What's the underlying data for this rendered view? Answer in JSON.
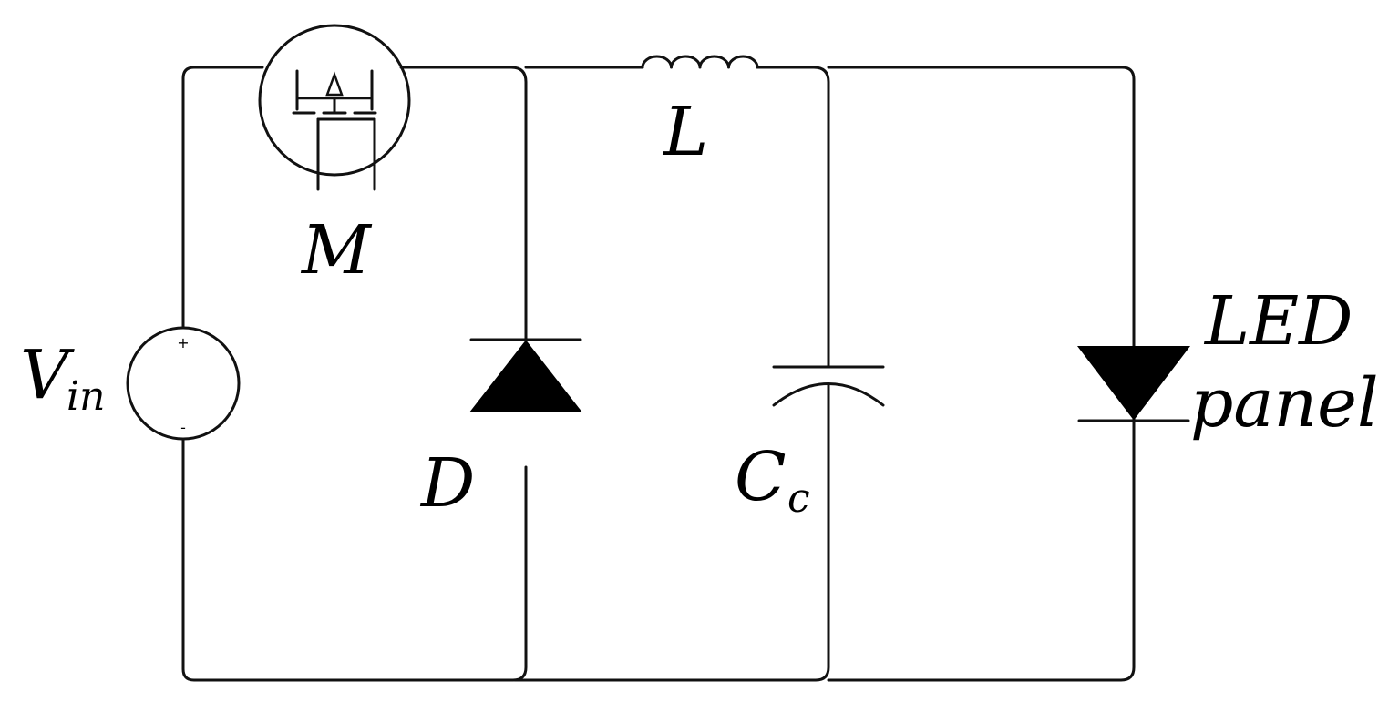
{
  "labels": {
    "mosfet": "M",
    "inductor": "L",
    "diode": "D",
    "capacitor": "C",
    "capacitor_sub": "c",
    "source": "V",
    "source_sub": "in",
    "led_line1": "LED",
    "led_line2": "panel"
  },
  "polarity": {
    "plus": "+",
    "minus": "-"
  },
  "colors": {
    "stroke": "#111111",
    "fill": "#000000",
    "background": "#ffffff"
  }
}
